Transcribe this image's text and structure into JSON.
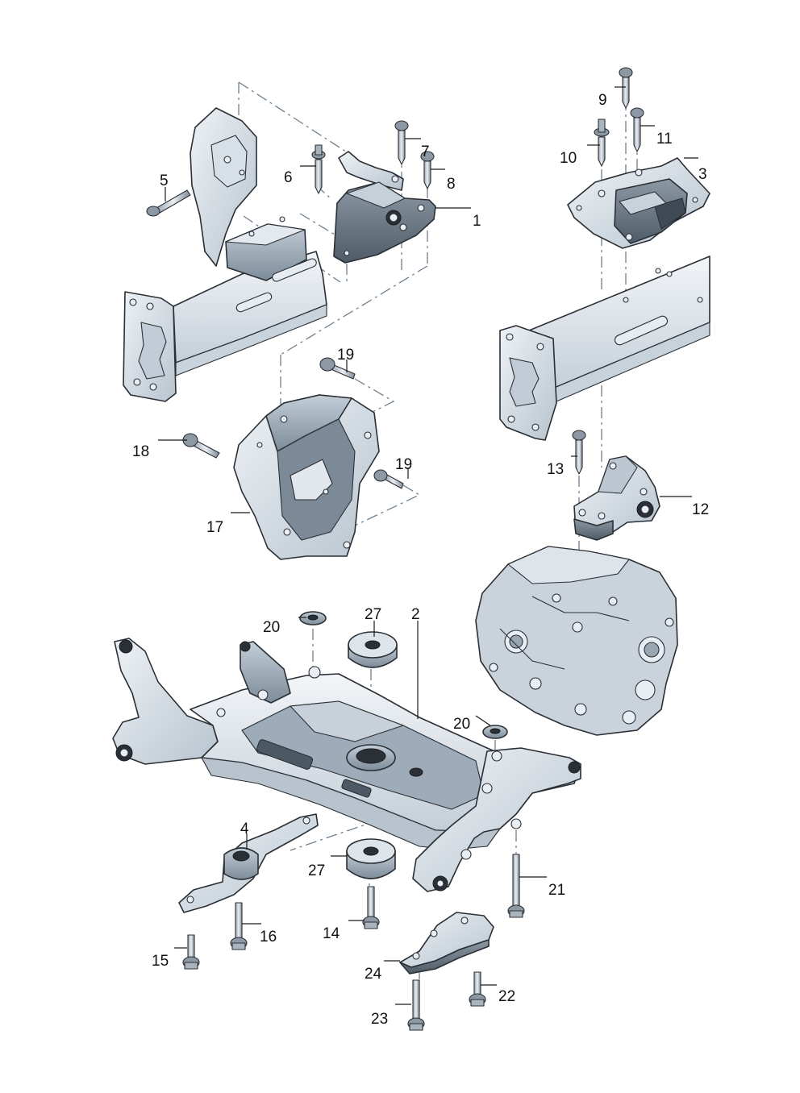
{
  "colors": {
    "part_light": "#dbe3ea",
    "part_mid": "#aab7c3",
    "part_dark": "#6f7e8c",
    "part_shadow": "#4c5864",
    "line": "#2a2f35",
    "phantom_line": "#6f8090",
    "background": "#ffffff"
  },
  "callouts": [
    {
      "id": "c1",
      "label": "1"
    },
    {
      "id": "c2",
      "label": "2"
    },
    {
      "id": "c3",
      "label": "3"
    },
    {
      "id": "c4",
      "label": "4"
    },
    {
      "id": "c5",
      "label": "5"
    },
    {
      "id": "c6",
      "label": "6"
    },
    {
      "id": "c7",
      "label": "7"
    },
    {
      "id": "c8",
      "label": "8"
    },
    {
      "id": "c9",
      "label": "9"
    },
    {
      "id": "c10",
      "label": "10"
    },
    {
      "id": "c11",
      "label": "11"
    },
    {
      "id": "c12",
      "label": "12"
    },
    {
      "id": "c13",
      "label": "13"
    },
    {
      "id": "c14",
      "label": "14"
    },
    {
      "id": "c15",
      "label": "15"
    },
    {
      "id": "c16",
      "label": "16"
    },
    {
      "id": "c17",
      "label": "17"
    },
    {
      "id": "c18",
      "label": "18"
    },
    {
      "id": "c19a",
      "label": "19"
    },
    {
      "id": "c19b",
      "label": "19"
    },
    {
      "id": "c20a",
      "label": "20"
    },
    {
      "id": "c20b",
      "label": "20"
    },
    {
      "id": "c21",
      "label": "21"
    },
    {
      "id": "c22",
      "label": "22"
    },
    {
      "id": "c23",
      "label": "23"
    },
    {
      "id": "c24",
      "label": "24"
    },
    {
      "id": "c27a",
      "label": "27"
    },
    {
      "id": "c27b",
      "label": "27"
    }
  ]
}
